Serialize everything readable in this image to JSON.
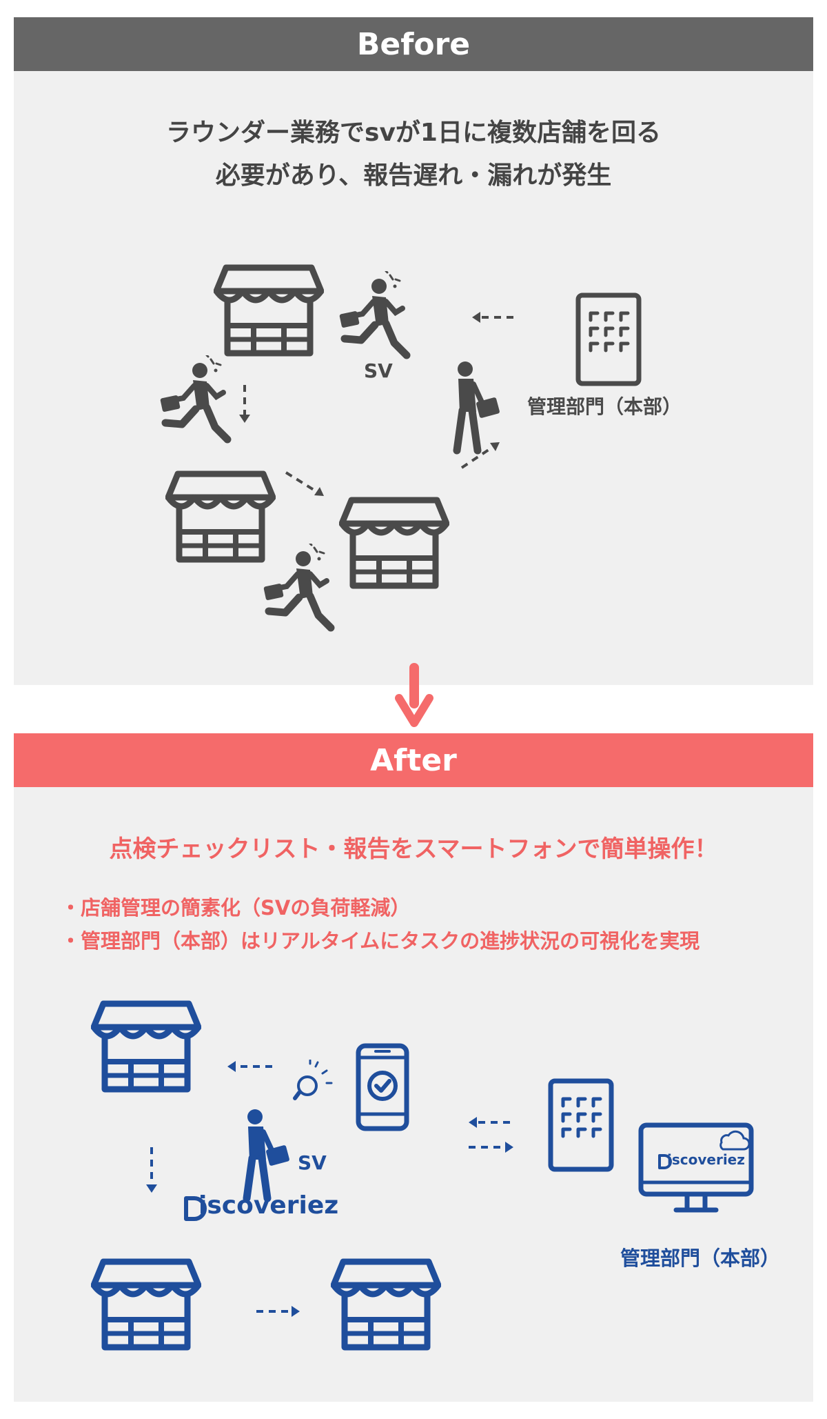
{
  "colors": {
    "before_band": "#666666",
    "after_band": "#f56b6b",
    "panel_bg": "#f0f0f0",
    "gray_icon": "#4a4a4a",
    "blue_icon": "#1f4e9c",
    "red_text": "#f06363"
  },
  "before": {
    "header": "Before",
    "description_line1": "ラウンダー業務でsvが1日に複数店舗を回る",
    "description_line2": "必要があり、報告遅れ・漏れが発生",
    "sv_label": "SV",
    "hq_label": "管理部門（本部）"
  },
  "after": {
    "header": "After",
    "headline": "点検チェックリスト・報告をスマートフォンで簡単操作！",
    "bullets": [
      "・店舗管理の簡素化（SVの負荷軽減）",
      "・管理部門（本部）はリアルタイムにタスクの進捗状況の可視化を実現"
    ],
    "sv_label": "SV",
    "brand_name": "iscoveriez",
    "monitor_brand": "iscoveriez",
    "hq_label": "管理部門（本部）"
  },
  "icons": {
    "store": "store-icon",
    "running_person": "running-person-icon",
    "walking_person": "walking-person-icon",
    "building": "building-icon",
    "smartphone": "smartphone-check-icon",
    "monitor": "monitor-icon",
    "lightbulb": "lightbulb-icon",
    "cloud": "cloud-icon"
  }
}
